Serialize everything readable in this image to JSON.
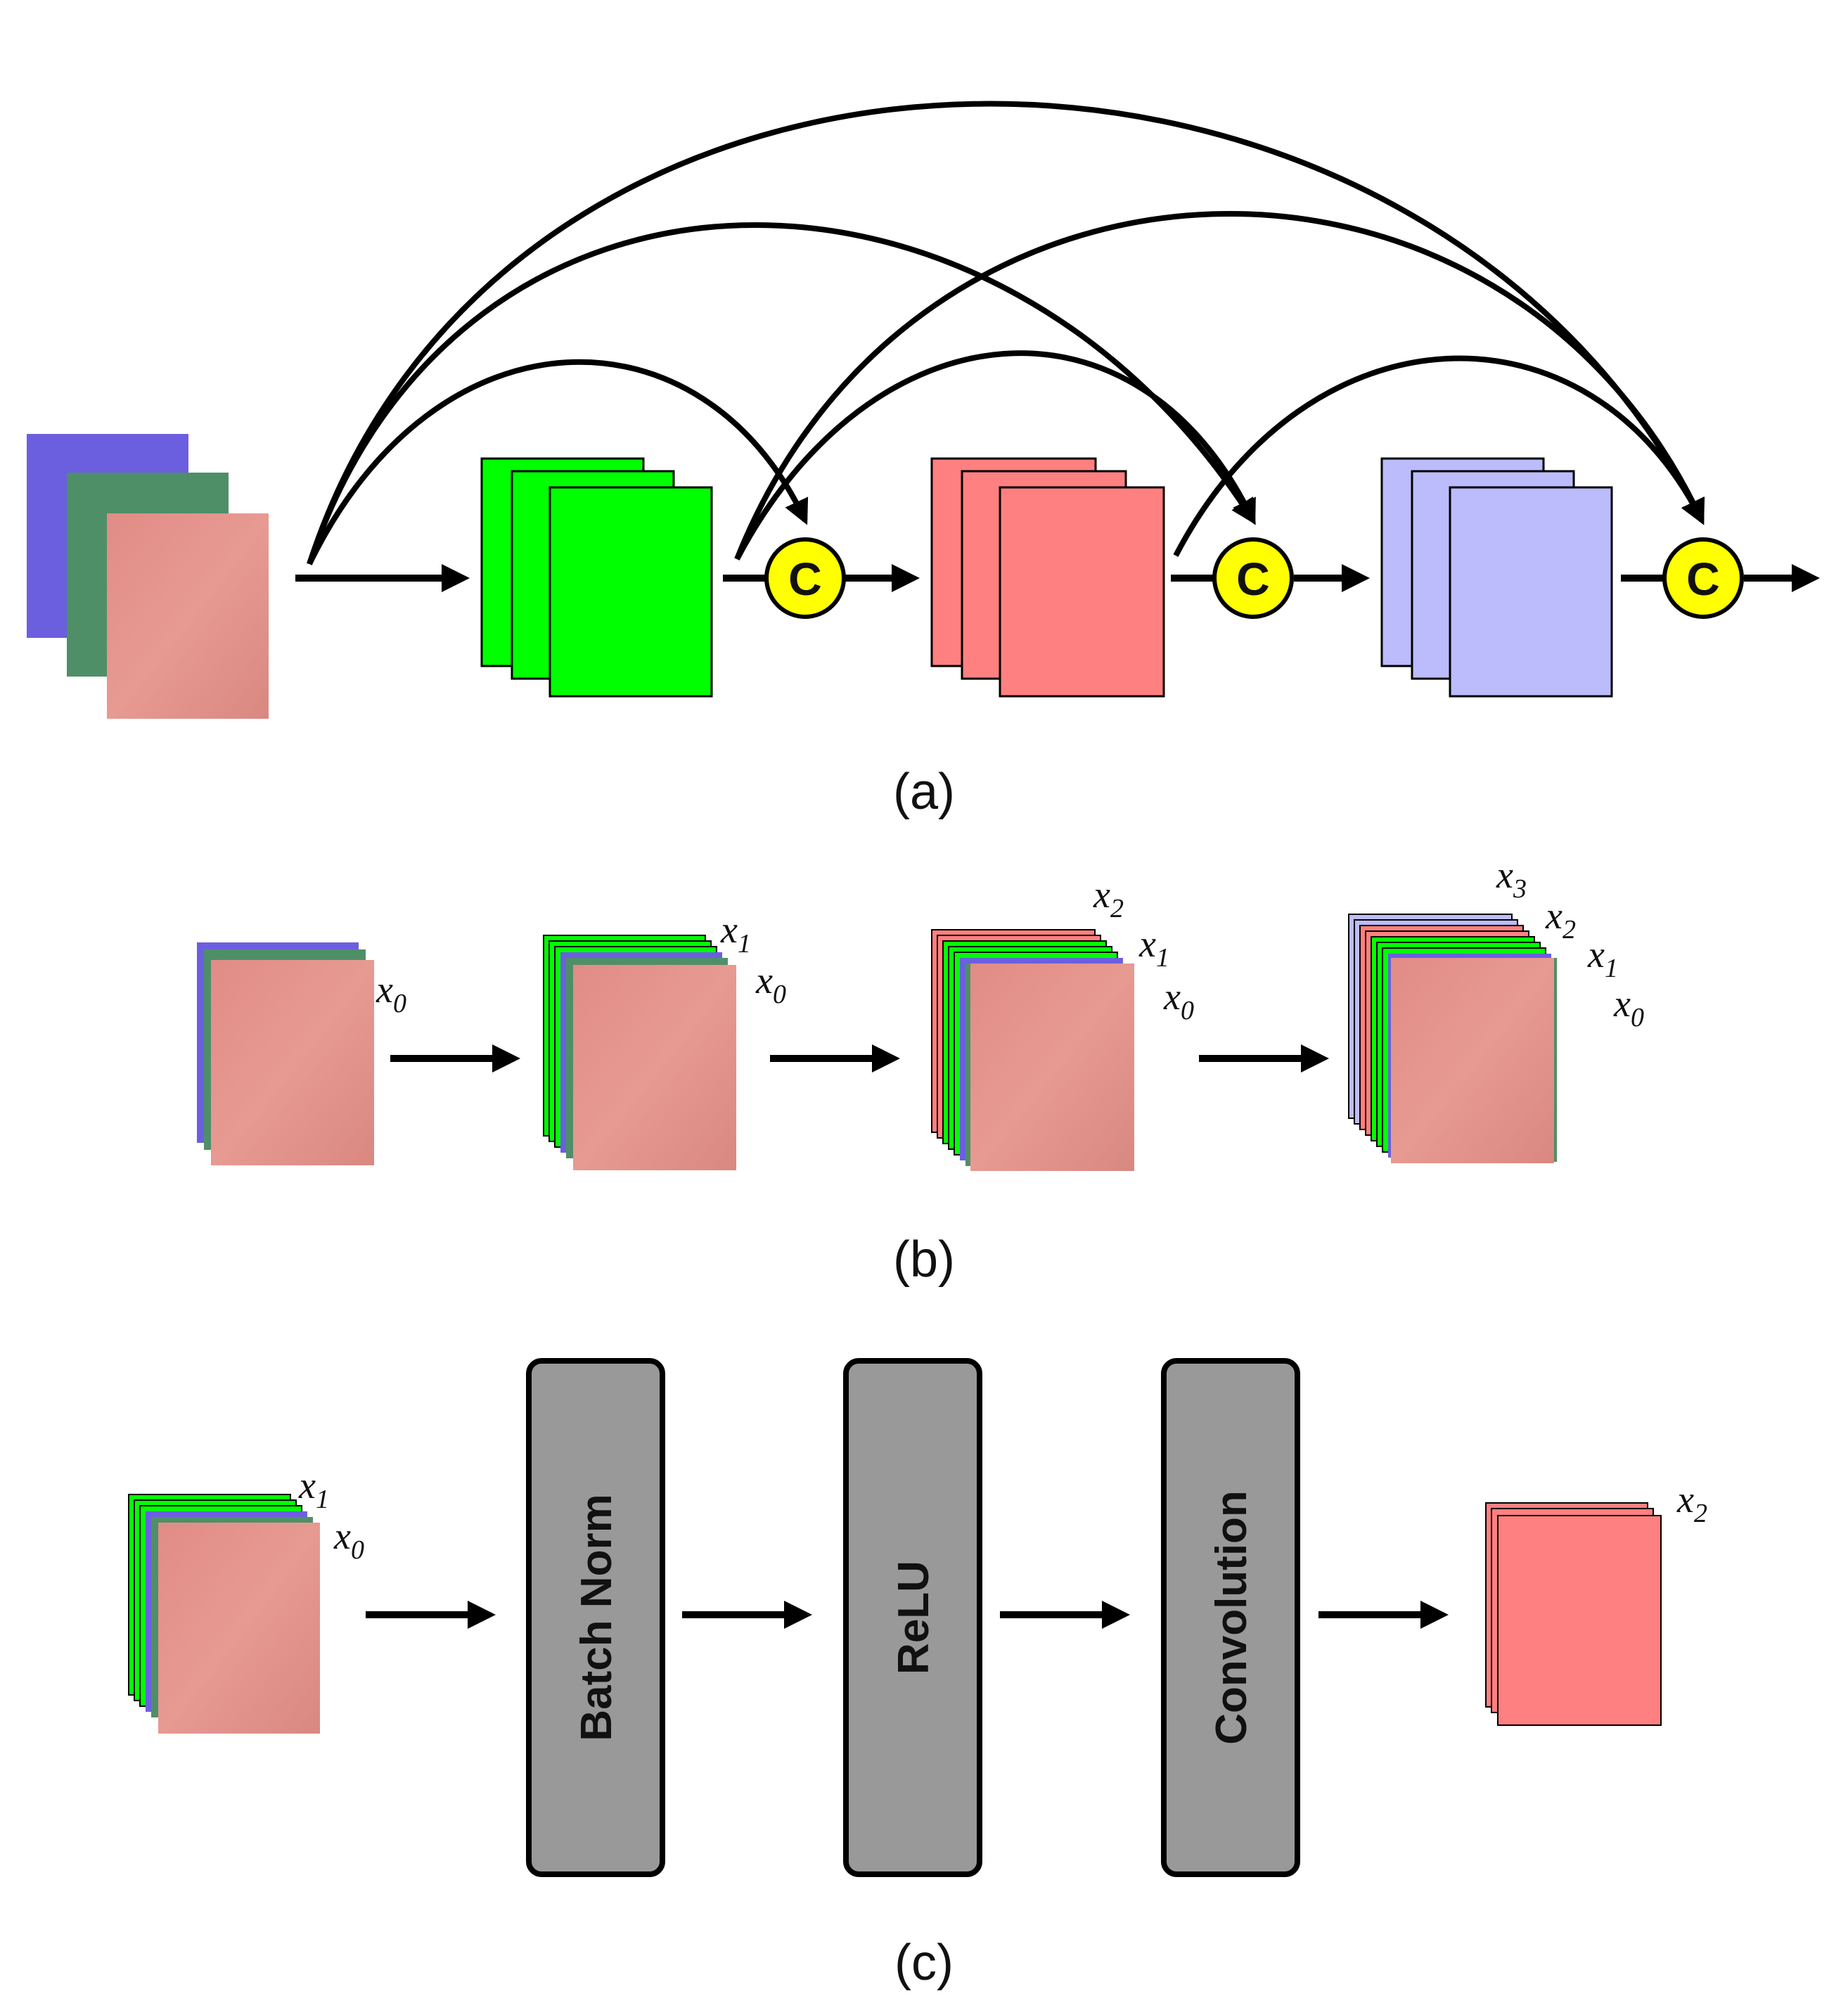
{
  "panels": {
    "a": {
      "caption": "(a)",
      "concat_symbol": "C"
    },
    "b": {
      "caption": "(b)",
      "labels": {
        "stage0": [
          "x",
          "0"
        ],
        "stage1": [
          [
            "x",
            "1"
          ],
          [
            "x",
            "0"
          ]
        ],
        "stage2": [
          [
            "x",
            "2"
          ],
          [
            "x",
            "1"
          ],
          [
            "x",
            "0"
          ]
        ],
        "stage3": [
          [
            "x",
            "3"
          ],
          [
            "x",
            "2"
          ],
          [
            "x",
            "1"
          ],
          [
            "x",
            "0"
          ]
        ]
      }
    },
    "c": {
      "caption": "(c)",
      "blocks": [
        "Batch Norm",
        "ReLU",
        "Convolution"
      ],
      "input_labels": [
        [
          "x",
          "1"
        ],
        [
          "x",
          "0"
        ]
      ],
      "output_label": [
        "x",
        "2"
      ]
    }
  },
  "colors": {
    "input_blue": "#6b5fe0",
    "input_green": "#4f8f68",
    "skin": "#e49a90",
    "feature_green": "#00ff00",
    "feature_red": "#ff8080",
    "feature_lavender": "#bcbcfc",
    "concat_yellow": "#ffff00",
    "block_gray": "#999999",
    "arrow": "#000000"
  }
}
